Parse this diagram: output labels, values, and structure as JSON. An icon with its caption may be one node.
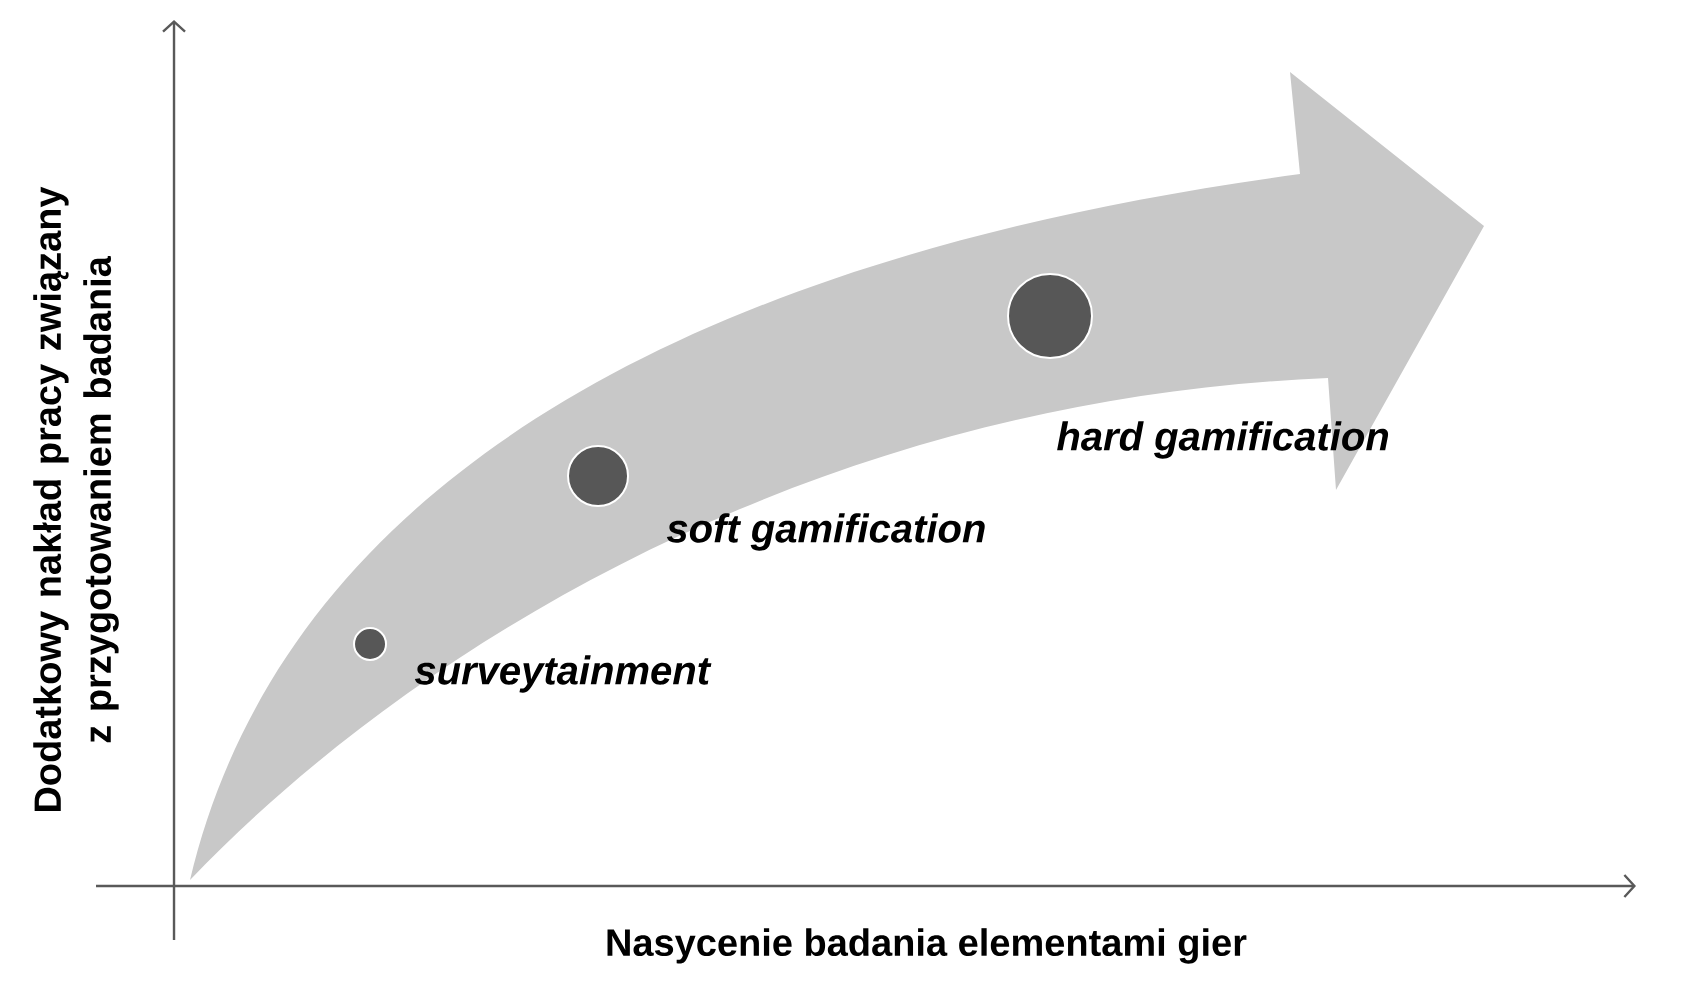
{
  "diagram": {
    "nodes": [
      {
        "text": [],
        "shape": "circle",
        "beside": [
          "surveytainment"
        ]
      },
      {
        "text": [],
        "shape": "circle",
        "beside": [
          "soft gamification"
        ]
      },
      {
        "text": [],
        "shape": "circle",
        "beside": [
          "hard gamification"
        ]
      }
    ],
    "labels": [
      "Dodatkowy nakład pracy związany z przygotowaniem badania",
      "Nasycenie badania elementami gier"
    ]
  }
}
